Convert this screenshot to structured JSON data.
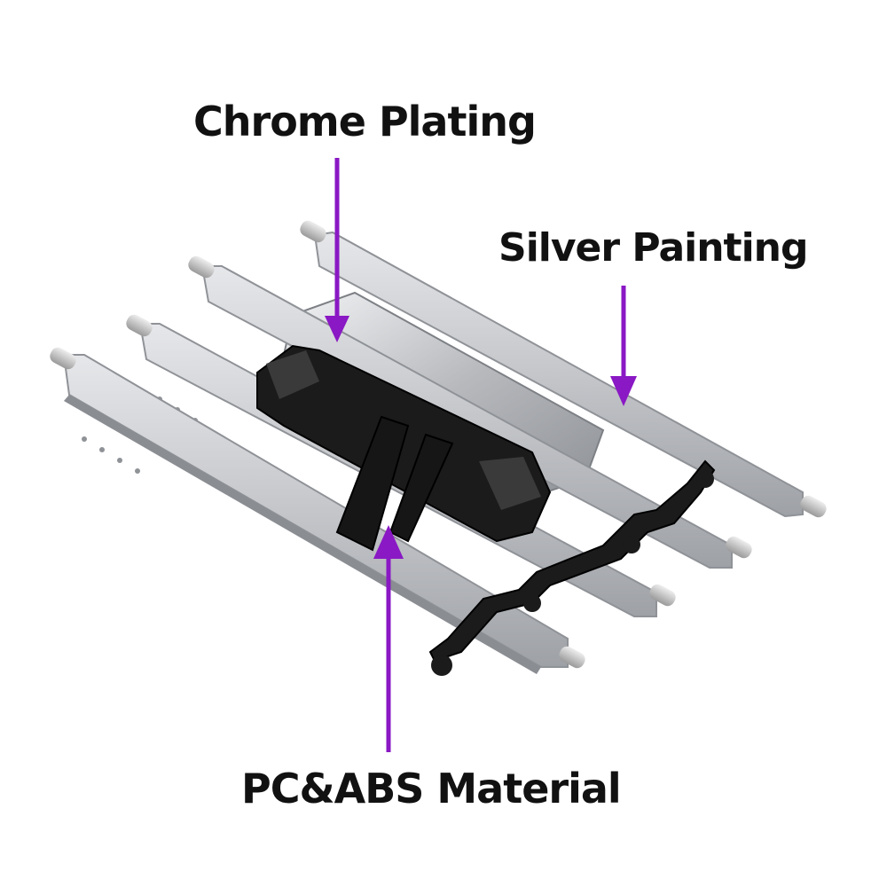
{
  "labels": {
    "chrome_plating": "Chrome Plating",
    "silver_painting": "Silver Painting",
    "pc_abs_material": "PC&ABS Material"
  },
  "colors": {
    "arrow": "#8a18c4",
    "text": "#111111",
    "background": "#ffffff",
    "plastic": "#1b1b1b",
    "metal": "#c9cbcf"
  }
}
